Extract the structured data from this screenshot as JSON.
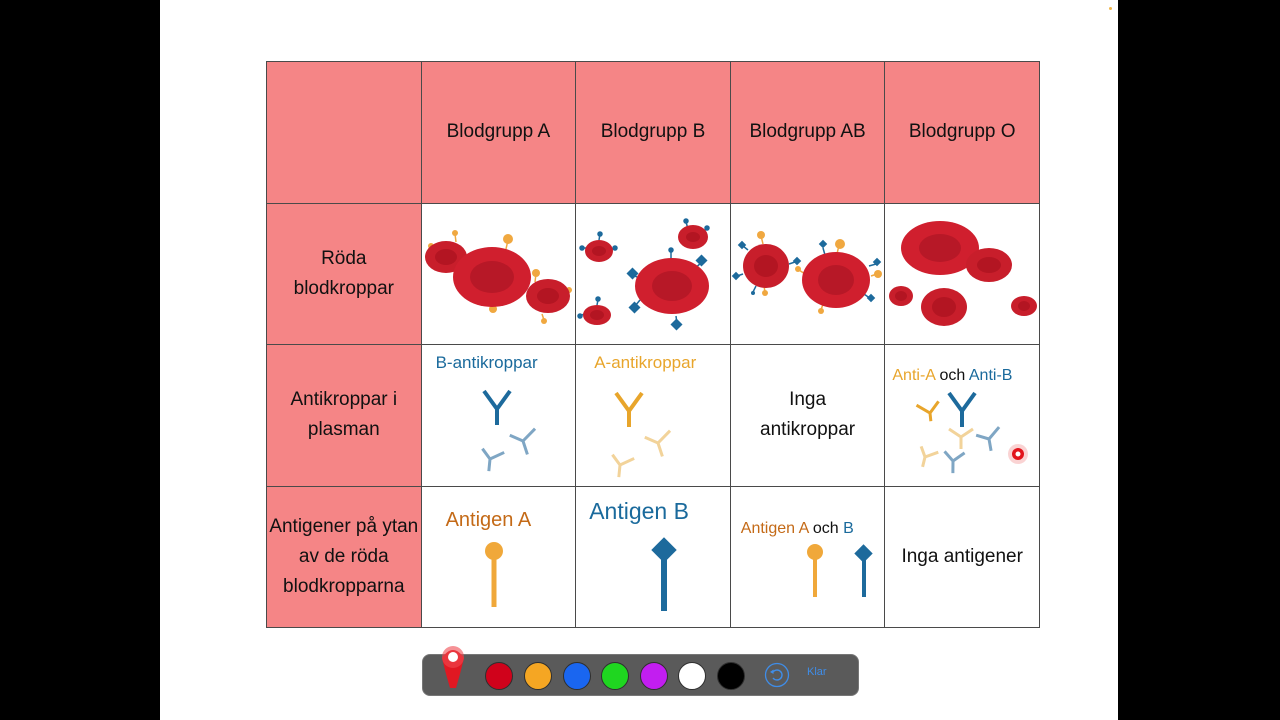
{
  "table": {
    "headers": [
      "",
      "Blodgrupp A",
      "Blodgrupp B",
      "Blodgrupp AB",
      "Blodgrupp O"
    ],
    "row_labels": [
      "Röda blodkroppar",
      "Antikroppar i plasman",
      "Antigener på ytan av de röda blodkropparna"
    ],
    "antibodies": {
      "a": "B-antikroppar",
      "b": "A-antikroppar",
      "ab": "Inga antikroppar",
      "o_part1": "Anti-A",
      "o_part2": "och",
      "o_part3": "Anti-B"
    },
    "antigens": {
      "a": "Antigen A",
      "b": "Antigen B",
      "ab_part1": "Antigen A",
      "ab_part2": "och",
      "ab_part3": "B",
      "o": "Inga antigener"
    }
  },
  "toolbar": {
    "pen_icon": "marker-pen-icon",
    "colors": [
      "#d0021b",
      "#f5a623",
      "#1a66f0",
      "#1fd620",
      "#c21ef0",
      "#ffffff",
      "#000000"
    ],
    "undo_icon": "undo-icon",
    "done_label": "Klar"
  }
}
